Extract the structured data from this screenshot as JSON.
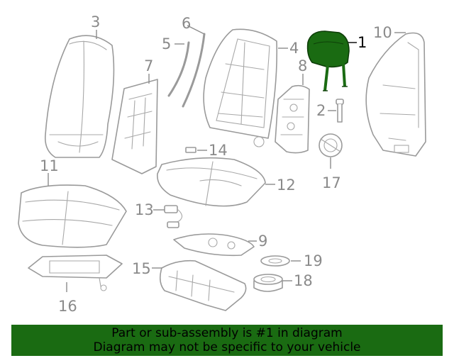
{
  "callouts": {
    "c1": "1",
    "c2": "2",
    "c3": "3",
    "c4": "4",
    "c5": "5",
    "c6": "6",
    "c7": "7",
    "c8": "8",
    "c9": "9",
    "c10": "10",
    "c11": "11",
    "c12": "12",
    "c13": "13",
    "c14": "14",
    "c15": "15",
    "c16": "16",
    "c17": "17",
    "c18": "18",
    "c19": "19"
  },
  "highlight": {
    "part": "1",
    "color": "#1a6b12"
  },
  "banner": {
    "line1": "Part or sub-assembly is #1 in diagram",
    "line2": "Diagram may not be specific to your vehicle"
  }
}
